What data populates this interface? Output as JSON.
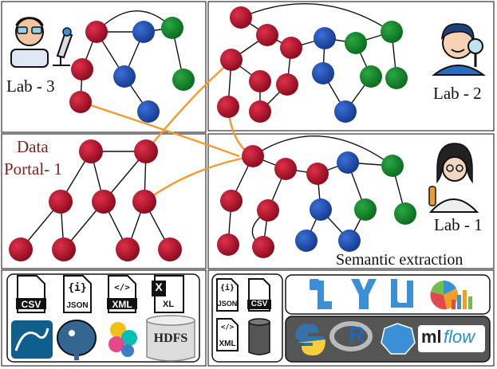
{
  "labels": {
    "lab3": "Lab - 3",
    "lab2": "Lab - 2",
    "lab1": "Lab - 1",
    "portal_line1": "Data",
    "portal_line2": "Portal- 1",
    "semantic": "Semantic extraction"
  },
  "icons": {
    "csv": "CSV",
    "json": "JSON",
    "xml": "XML",
    "excel_letter": "X",
    "excel_ext": "XL",
    "json_glyph": "{i}",
    "xml_glyph": "</>",
    "hdfs": "HDFS",
    "r": "R",
    "mlflow_ml": "ml",
    "mlflow_flow": "flow"
  },
  "colors": {
    "node_red": "#c0102a",
    "node_blue": "#1f4fb8",
    "node_green": "#118a2a",
    "link_orange": "#f39a2e",
    "edge_black": "#111111",
    "icon_blue": "#3a8fd6"
  },
  "graphs": {
    "lab3": {
      "nodes": [
        {
          "id": "a",
          "color": "red"
        },
        {
          "id": "b",
          "color": "blue"
        },
        {
          "id": "c",
          "color": "green"
        },
        {
          "id": "d",
          "color": "red"
        },
        {
          "id": "e",
          "color": "blue"
        },
        {
          "id": "f",
          "color": "green"
        },
        {
          "id": "g",
          "color": "red"
        },
        {
          "id": "h",
          "color": "blue"
        }
      ],
      "edges": [
        [
          "a",
          "b"
        ],
        [
          "b",
          "c"
        ],
        [
          "a",
          "d"
        ],
        [
          "a",
          "e"
        ],
        [
          "b",
          "e"
        ],
        [
          "c",
          "f"
        ],
        [
          "d",
          "g"
        ],
        [
          "e",
          "h"
        ],
        [
          "d",
          "e"
        ]
      ]
    }
  }
}
